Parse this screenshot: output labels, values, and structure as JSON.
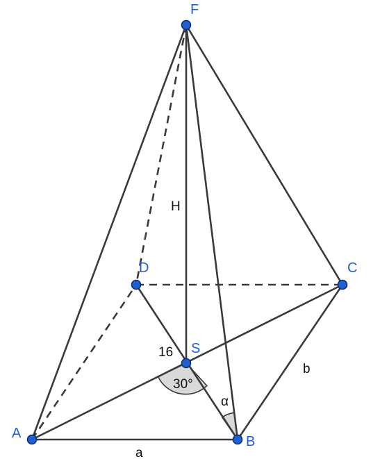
{
  "vertices": {
    "F": "F",
    "D": "D",
    "C": "C",
    "S": "S",
    "A": "A",
    "B": "B"
  },
  "labels": {
    "height": "H",
    "segment_ds": "16",
    "angle_asd": "30°",
    "angle_alpha": "α",
    "side_ab": "a",
    "side_bc": "b"
  },
  "colors": {
    "point": "#1f5fd0",
    "line": "#3a3a3a",
    "angle_fill": "#d9d9d9"
  }
}
